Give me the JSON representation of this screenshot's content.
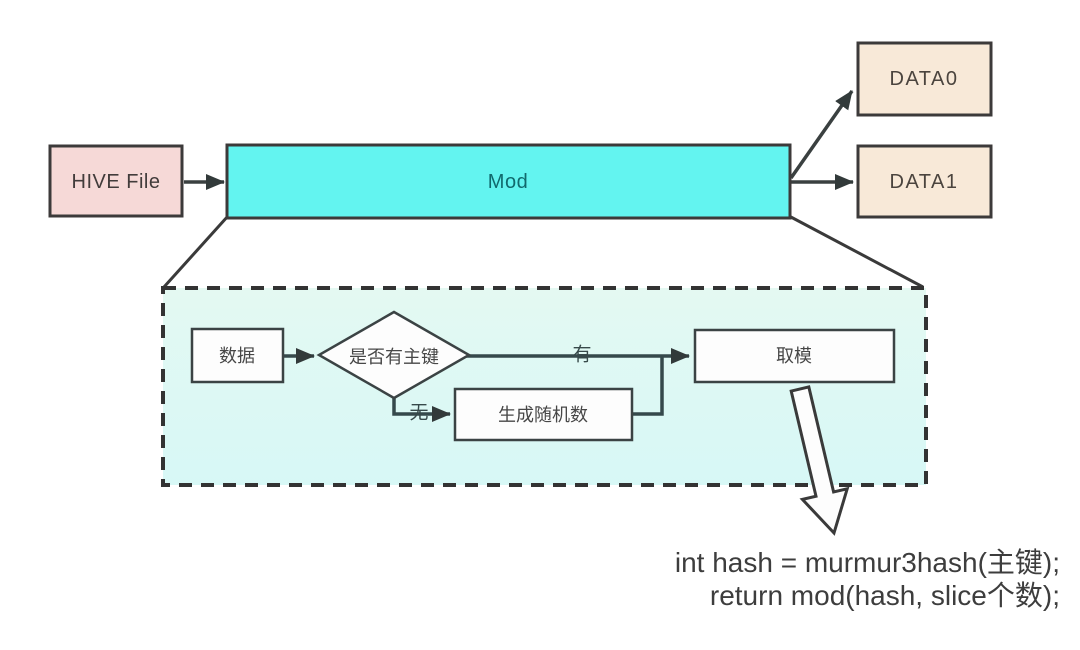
{
  "nodes": {
    "hive": {
      "label": "HIVE File"
    },
    "mod": {
      "label": "Mod"
    },
    "data0": {
      "label": "DATA0"
    },
    "data1": {
      "label": "DATA1"
    }
  },
  "detail": {
    "data": {
      "label": "数据"
    },
    "decision": {
      "label": "是否有主键"
    },
    "yes_label": "有",
    "no_label": "无",
    "random": {
      "label": "生成随机数"
    },
    "modop": {
      "label": "取模"
    }
  },
  "code": {
    "line1": "int hash = murmur3hash(主键);",
    "line2": "return mod(hash, slice个数);"
  },
  "colors": {
    "hive_fill": "#f6d9d7",
    "mod_fill": "#63f4f0",
    "mod_text": "#11696d",
    "data_fill": "#f8e9d8",
    "node_fill": "#fdfdfd",
    "detail_bg_top": "#e4f9f2",
    "detail_bg_bottom": "#d7f8f6",
    "big_arrow_fill": "#fdfdfd"
  }
}
